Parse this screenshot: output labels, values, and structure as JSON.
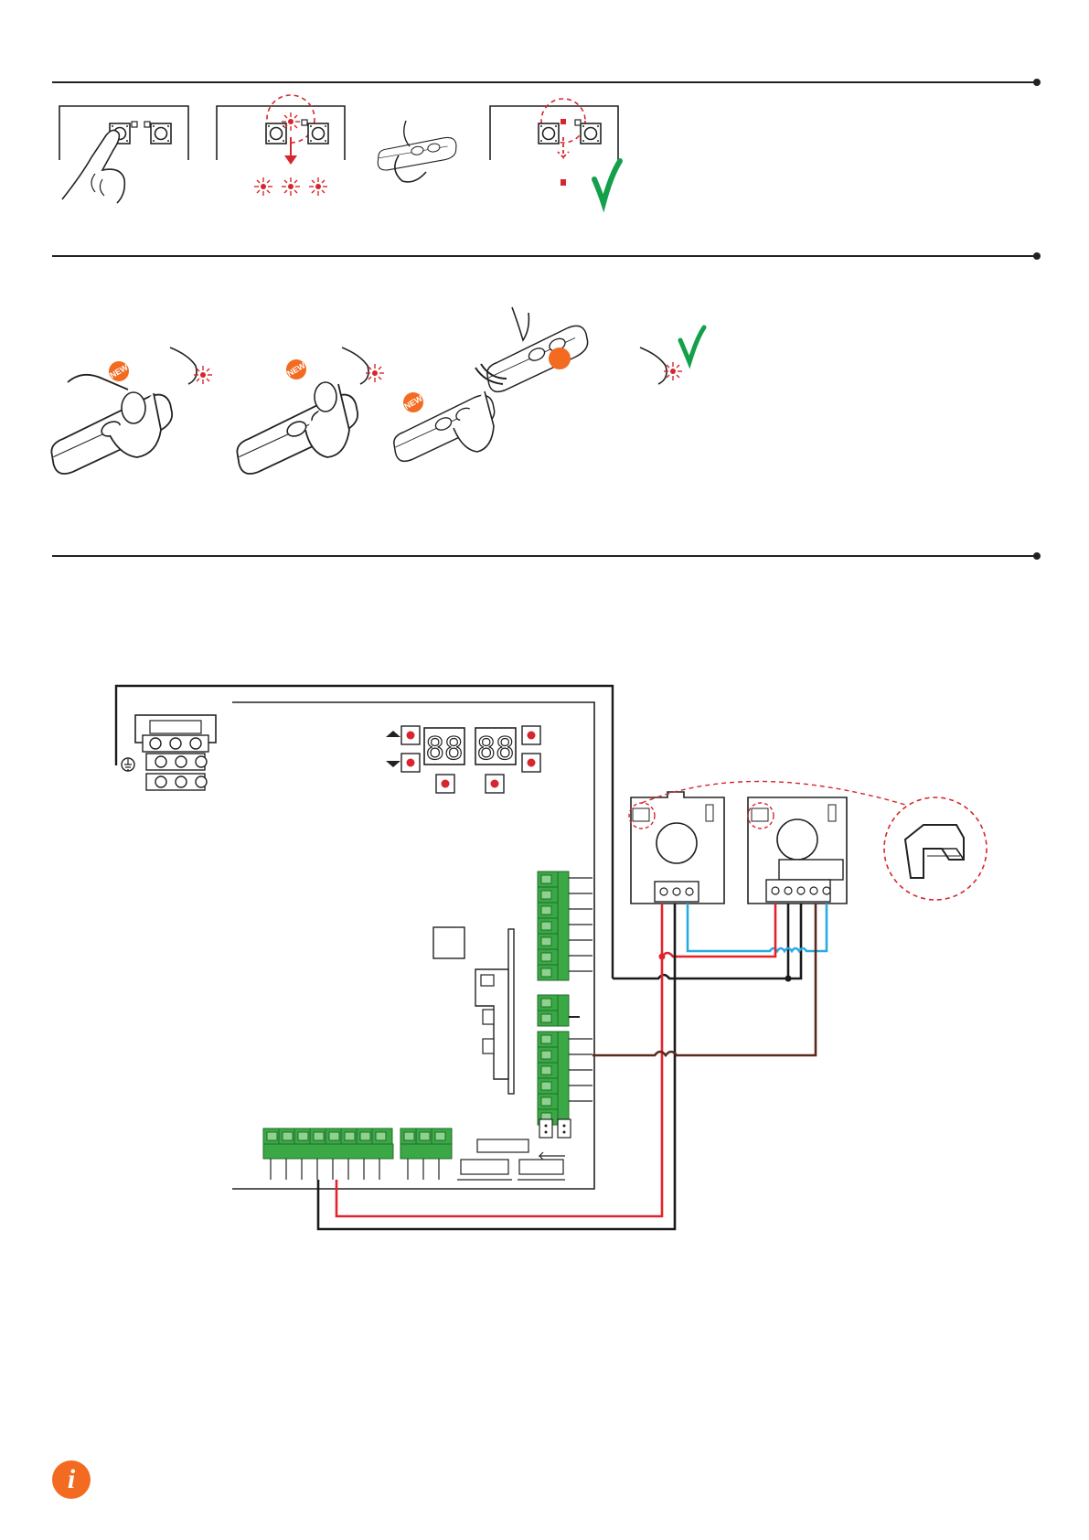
{
  "colors": {
    "rule": "#222222",
    "led_red": "#d7262d",
    "check_green": "#14a04b",
    "terminal_green": "#3aa844",
    "wire_red": "#e3232c",
    "wire_blue": "#29aae2",
    "wire_black": "#1a1a1a",
    "wire_brown": "#5a2a1e",
    "badge_orange": "#f26b21"
  },
  "badges": {
    "new_1": "NEW",
    "new_2": "NEW",
    "new_3": "NEW"
  },
  "display": {
    "digits_left": "88",
    "digits_right": "88"
  },
  "icons": {
    "info": "i",
    "check": "check-icon",
    "up": "triangle-up-icon",
    "down": "triangle-down-icon"
  }
}
